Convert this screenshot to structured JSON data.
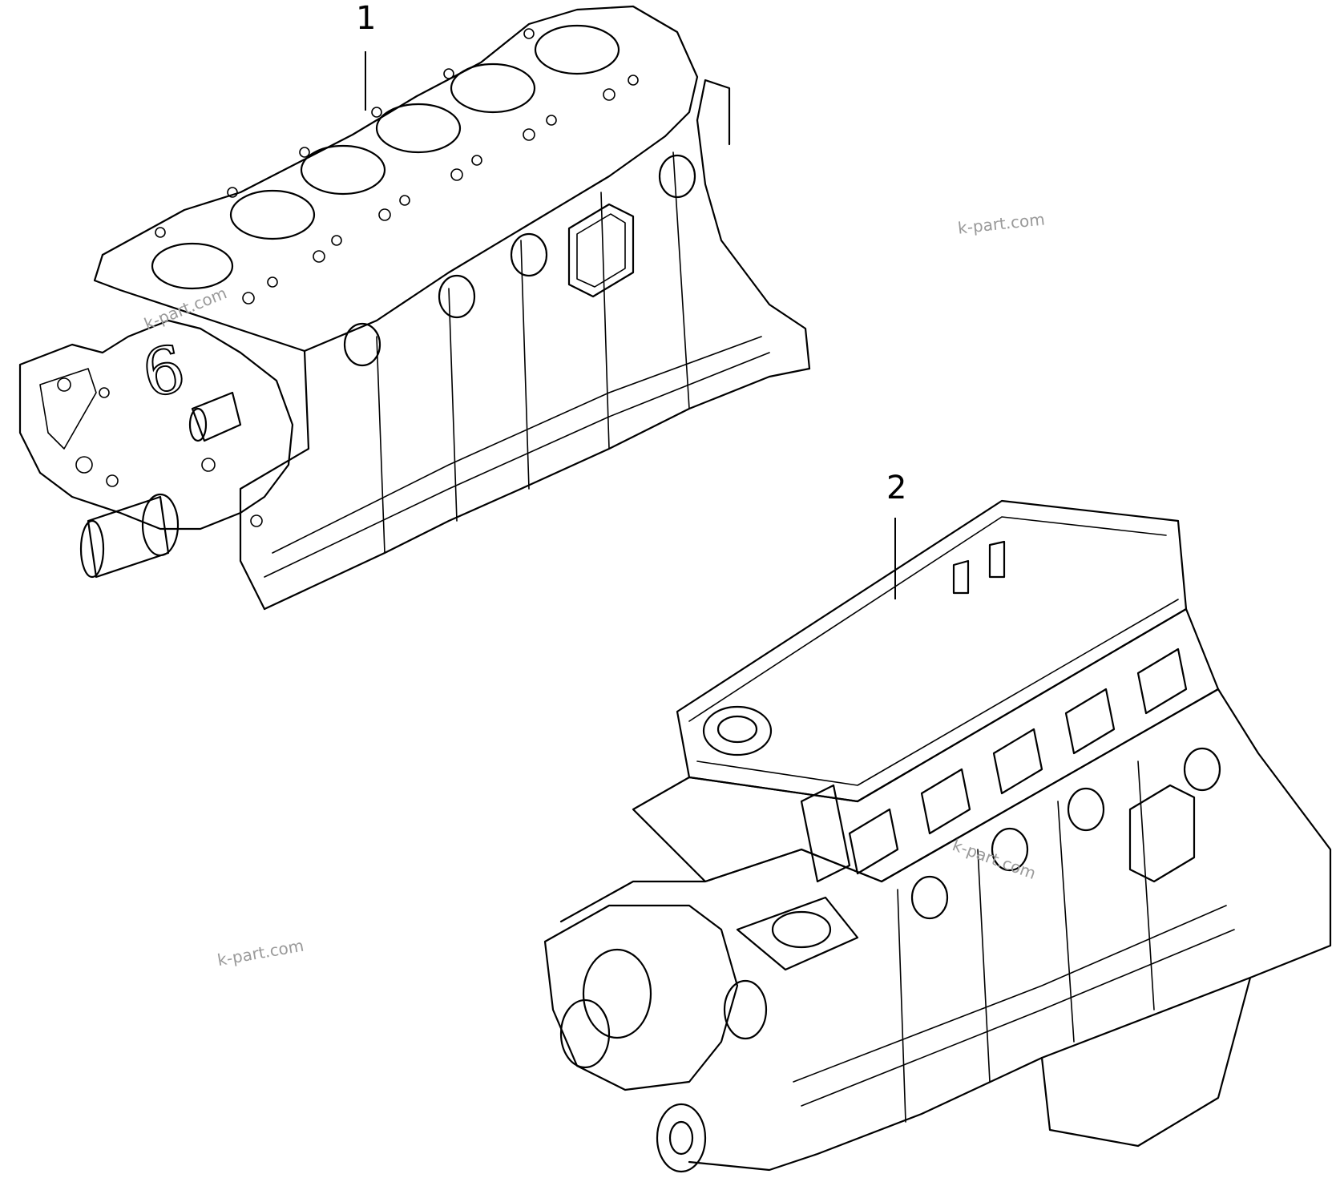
{
  "diagram": {
    "callouts": [
      {
        "id": "1",
        "label": "1"
      },
      {
        "id": "2",
        "label": "2"
      }
    ],
    "part_marking": "6",
    "watermarks": [
      "k-part.com",
      "k-part.com",
      "k-part.com",
      "k-part.com"
    ],
    "colors": {
      "line": "#000000",
      "background": "#ffffff",
      "watermark": "#9a9a9a"
    }
  }
}
